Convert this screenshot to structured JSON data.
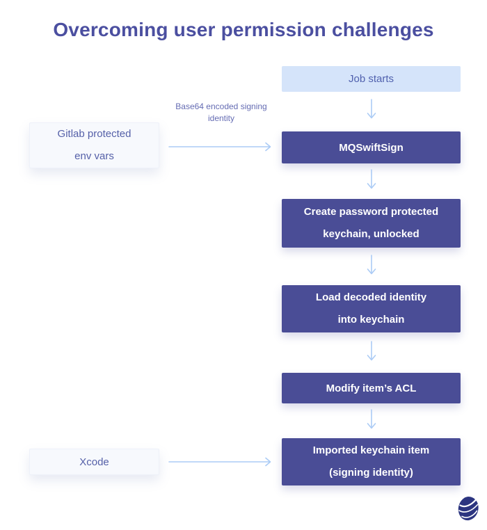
{
  "title": "Overcoming user permission challenges",
  "colors": {
    "title_text": "#4b4fa0",
    "dark_node_bg": "#4a4d96",
    "dark_node_text": "#ffffff",
    "blue_node_bg": "#d5e4fa",
    "blue_node_text": "#5061ae",
    "light_node_bg": "#f7f9fd",
    "light_node_text": "#5560a8",
    "arrow": "#abcbf5",
    "edge_label_text": "#656cb3",
    "logo_navy": "#2c3580"
  },
  "nodes": {
    "job_starts": {
      "label": "Job starts"
    },
    "mqswiftsign": {
      "label": "MQSwiftSign"
    },
    "create_keychain": {
      "lines": [
        "Create password protected",
        "keychain, unlocked"
      ]
    },
    "load_identity": {
      "lines": [
        "Load decoded identity",
        "into keychain"
      ]
    },
    "modify_acl": {
      "label": "Modify item’s ACL"
    },
    "imported_item": {
      "lines": [
        "Imported keychain item",
        "(signing identity)"
      ]
    },
    "gitlab_env": {
      "lines": [
        "Gitlab protected",
        "env vars"
      ]
    },
    "xcode": {
      "label": "Xcode"
    }
  },
  "edge_label": {
    "lines": [
      "Base64 encoded",
      "signing identity"
    ]
  },
  "logo": {
    "name": "swiftable-logo"
  }
}
